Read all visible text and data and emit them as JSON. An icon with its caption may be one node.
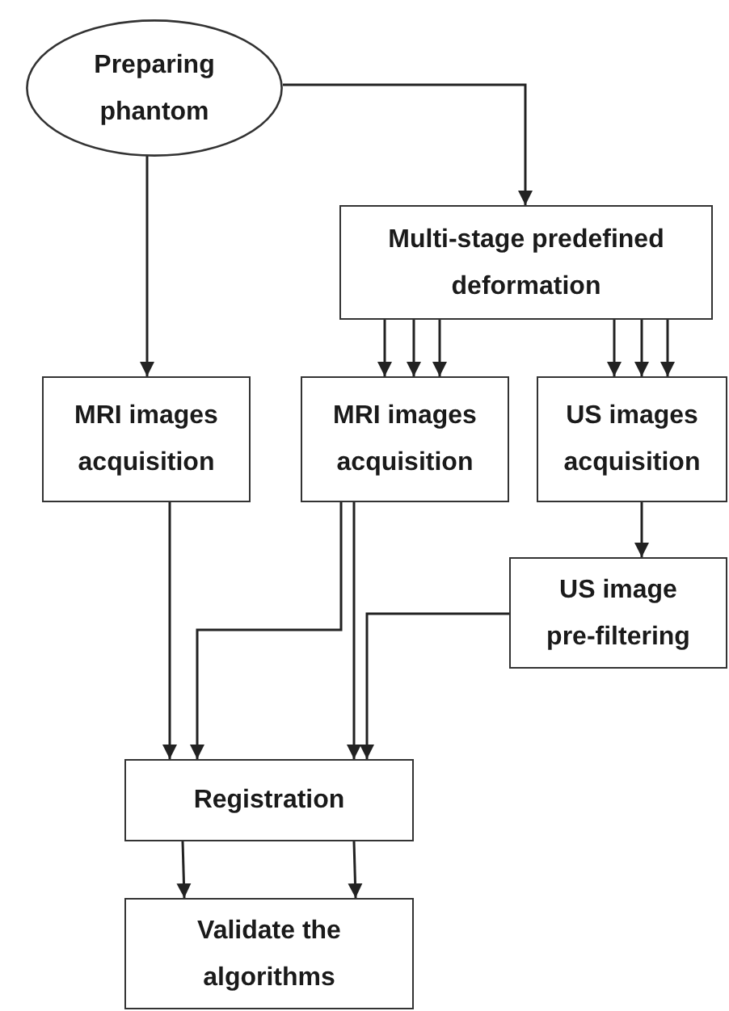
{
  "diagram": {
    "nodes": [
      {
        "text": [
          "Preparing phantom"
        ]
      },
      {
        "text": [
          "Multi-stage predefined deformation"
        ]
      },
      {
        "text": [
          "MRI images acquisition"
        ]
      },
      {
        "text": [
          "MRI images acquisition"
        ]
      },
      {
        "text": [
          "US images acquisition"
        ]
      },
      {
        "text": [
          "US image pre-filtering"
        ]
      },
      {
        "text": [
          "Registration"
        ]
      },
      {
        "text": [
          "Validate the algorithms"
        ]
      }
    ],
    "edges": [
      {
        "from": 0,
        "to": 2,
        "arrow": "to"
      },
      {
        "from": 0,
        "to": 1,
        "arrow": "to"
      },
      {
        "from": 1,
        "to": 3,
        "arrow": "to"
      },
      {
        "from": 1,
        "to": 3,
        "arrow": "to"
      },
      {
        "from": 1,
        "to": 3,
        "arrow": "to"
      },
      {
        "from": 1,
        "to": 4,
        "arrow": "to"
      },
      {
        "from": 1,
        "to": 4,
        "arrow": "to"
      },
      {
        "from": 1,
        "to": 4,
        "arrow": "to"
      },
      {
        "from": 4,
        "to": 5,
        "arrow": "to"
      },
      {
        "from": 2,
        "to": 6,
        "arrow": "to"
      },
      {
        "from": 3,
        "to": 6,
        "arrow": "to"
      },
      {
        "from": 3,
        "to": 6,
        "arrow": "to"
      },
      {
        "from": 5,
        "to": 6,
        "arrow": "to"
      },
      {
        "from": 6,
        "to": 7,
        "arrow": "to"
      },
      {
        "from": 6,
        "to": 7,
        "arrow": "to"
      }
    ]
  }
}
